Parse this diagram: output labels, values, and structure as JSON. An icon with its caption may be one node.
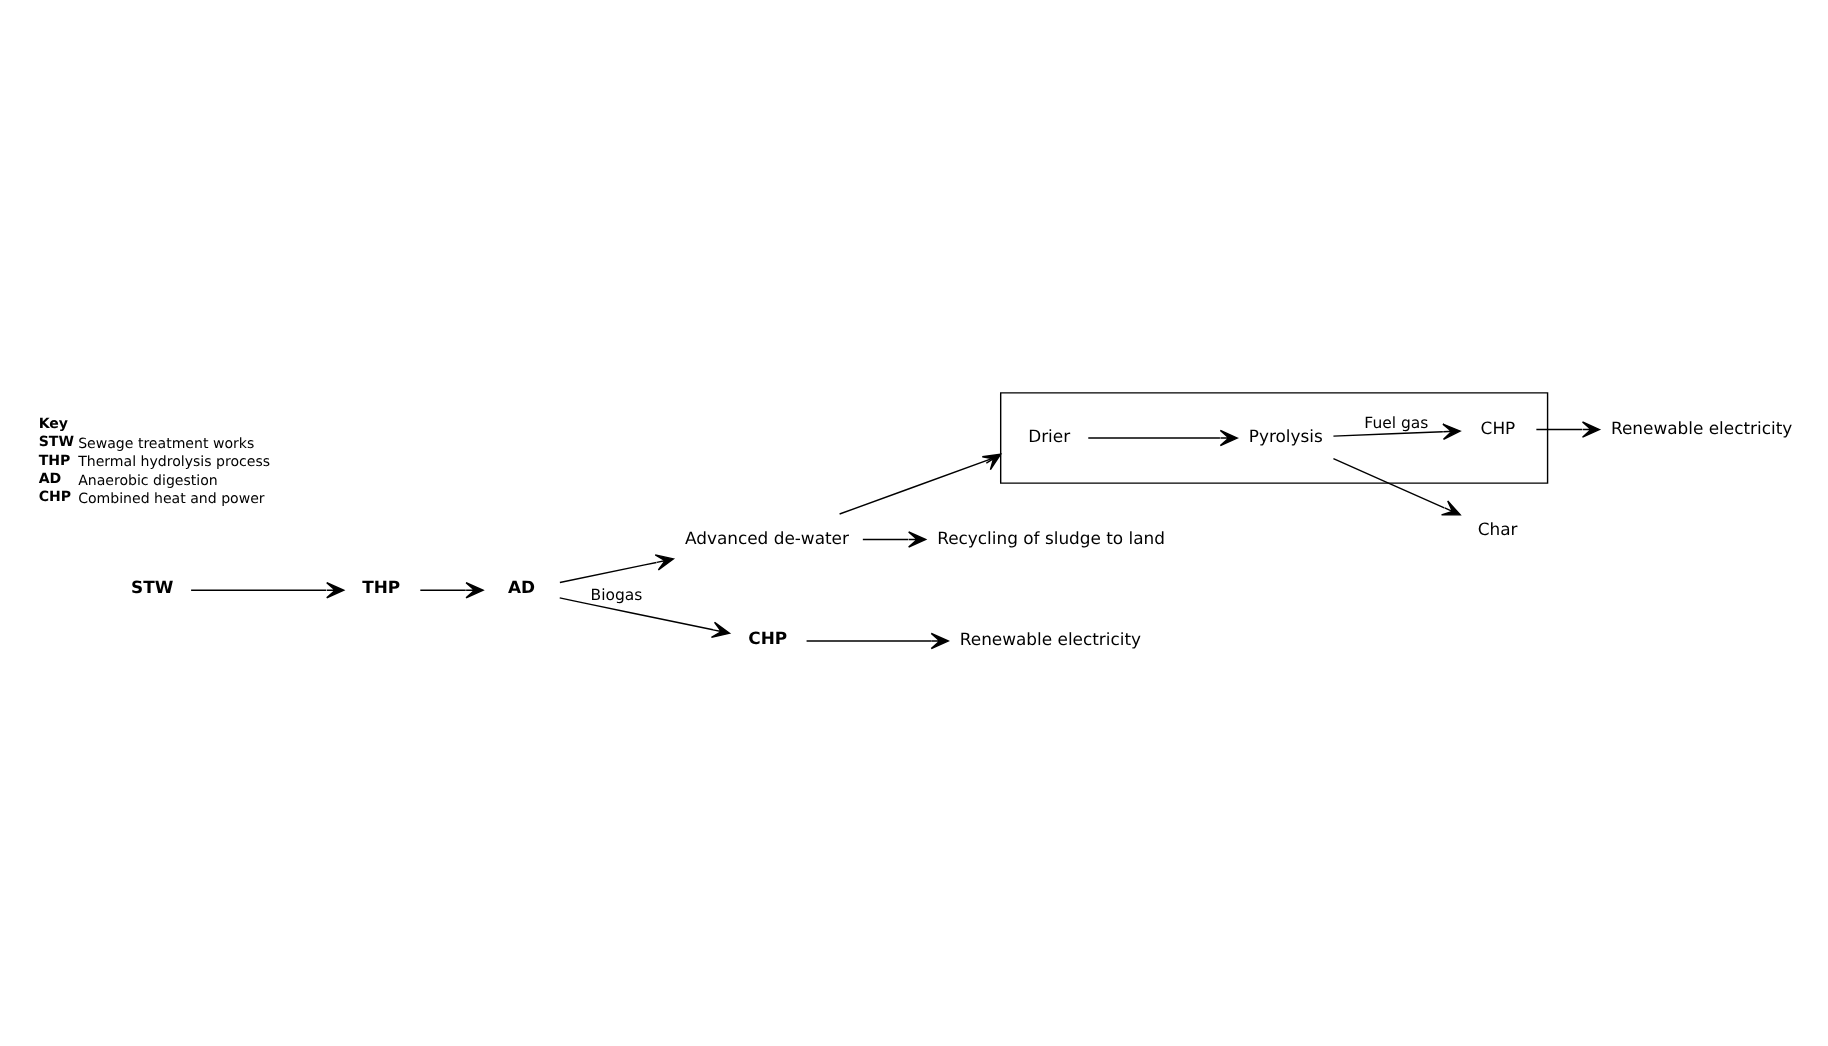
{
  "diagram": {
    "nodes": [
      {
        "text": [
          "STW"
        ]
      },
      {
        "text": [
          "THP"
        ]
      },
      {
        "text": [
          "AD"
        ]
      },
      {
        "text": [
          "Advanced de-water"
        ]
      },
      {
        "text": [],
        "shape": "box"
      },
      {
        "text": [
          "Drier"
        ],
        "in": 4
      },
      {
        "text": [
          "Pyrolysis"
        ],
        "in": 4
      },
      {
        "text": [
          "CHP"
        ],
        "in": 4
      },
      {
        "text": [
          "Renewable electricity"
        ]
      },
      {
        "text": [
          "Char"
        ]
      },
      {
        "text": [
          "Recycling of sludge to land"
        ]
      },
      {
        "text": [
          "CHP"
        ]
      },
      {
        "text": [
          "Renewable electricity"
        ]
      }
    ],
    "edges": [
      {
        "from": 0,
        "to": 1,
        "arrow": "to"
      },
      {
        "from": 1,
        "to": 2,
        "arrow": "to"
      },
      {
        "from": 2,
        "to": 3,
        "arrow": "to"
      },
      {
        "from": 3,
        "to": 4,
        "arrow": "to"
      },
      {
        "from": 5,
        "to": 6,
        "arrow": "to"
      },
      {
        "from": 6,
        "to": 7,
        "arrow": "to",
        "label": "Fuel gas"
      },
      {
        "from": 7,
        "to": 8,
        "arrow": "to"
      },
      {
        "from": 6,
        "to": 9,
        "arrow": "to"
      },
      {
        "from": 3,
        "to": 10,
        "arrow": "to"
      },
      {
        "from": 2,
        "to": 11,
        "arrow": "to",
        "label": "Biogas"
      },
      {
        "from": 11,
        "to": 12,
        "arrow": "to"
      }
    ],
    "labels": [
      "Key",
      "STW",
      "Sewage treatment works",
      "THP",
      "Thermal hydrolysis process",
      "AD",
      "Anaerobic digestion",
      "CHP",
      "Combined heat and power"
    ]
  }
}
